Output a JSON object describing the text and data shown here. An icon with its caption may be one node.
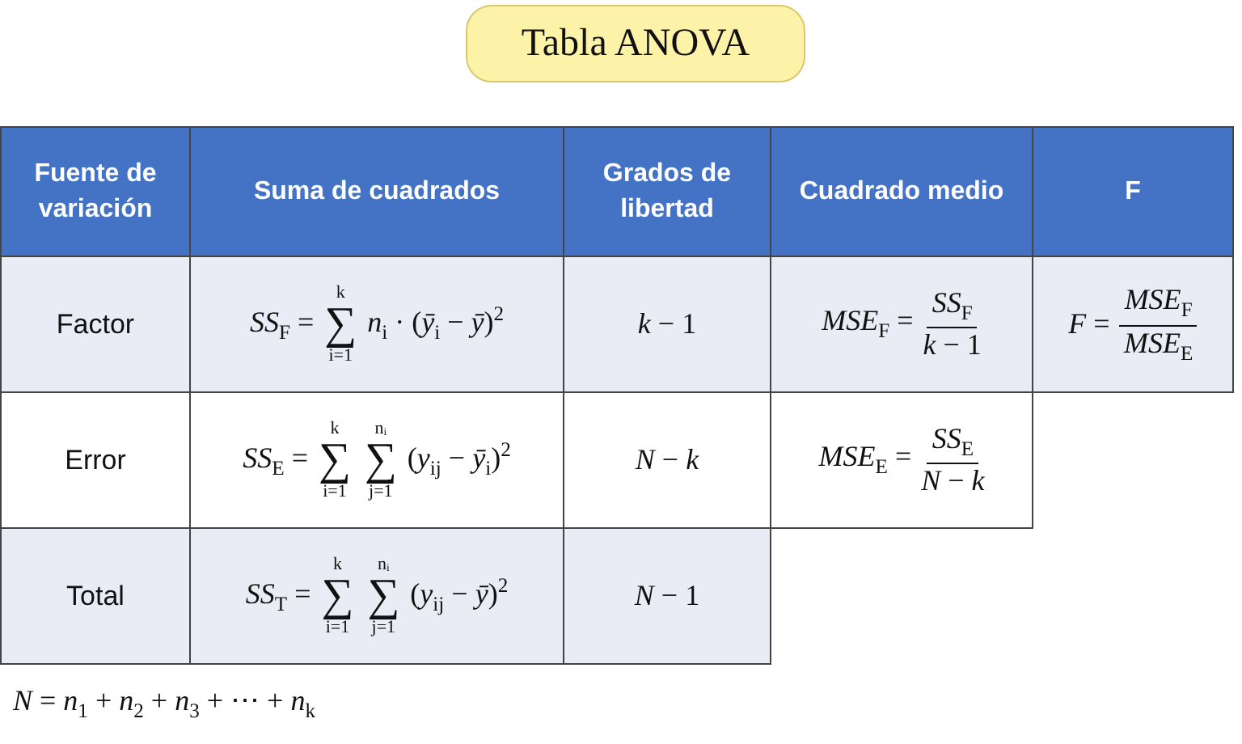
{
  "diagram": {
    "title": "Tabla ANOVA",
    "labels": [
      "Fuente de variación",
      "Suma de cuadrados",
      "Grados de libertad",
      "Cuadrado medio",
      "F",
      "Factor",
      "*SS*$_{F}$ = ∑$_{i=1}$$^{k}$ *n*$_{i}$ · (*ȳ*$_{i}$ − *ȳ*)$^{2}$",
      "*k* − 1",
      "*MSE*$_{F}$ =",
      "*SS*$_{F}$",
      "*k* − 1",
      "*F* =",
      "*MSE*$_{F}$",
      "*MSE*$_{E}$",
      "Error",
      "*SS*$_{E}$ = ∑$_{i=1}$$^{k}$ ∑$_{j=1}$$^{nᵢ}$ (*y*$_{ij}$ − *ȳ*$_{i}$)$^{2}$",
      "*N* − *k*",
      "*MSE*$_{E}$ =",
      "*SS*$_{E}$",
      "*N* − *k*",
      "Total",
      "*SS*$_{T}$ = ∑$_{i=1}$$^{k}$ ∑$_{j=1}$$^{nᵢ}$ (*y*$_{ij}$ − *ȳ*)$^{2}$",
      "*N* − 1",
      "*N* = *n*$_{1}$ + *n*$_{2}$ + *n*$_{3}$ + ⋯ + *n*$_{k}$"
    ]
  }
}
